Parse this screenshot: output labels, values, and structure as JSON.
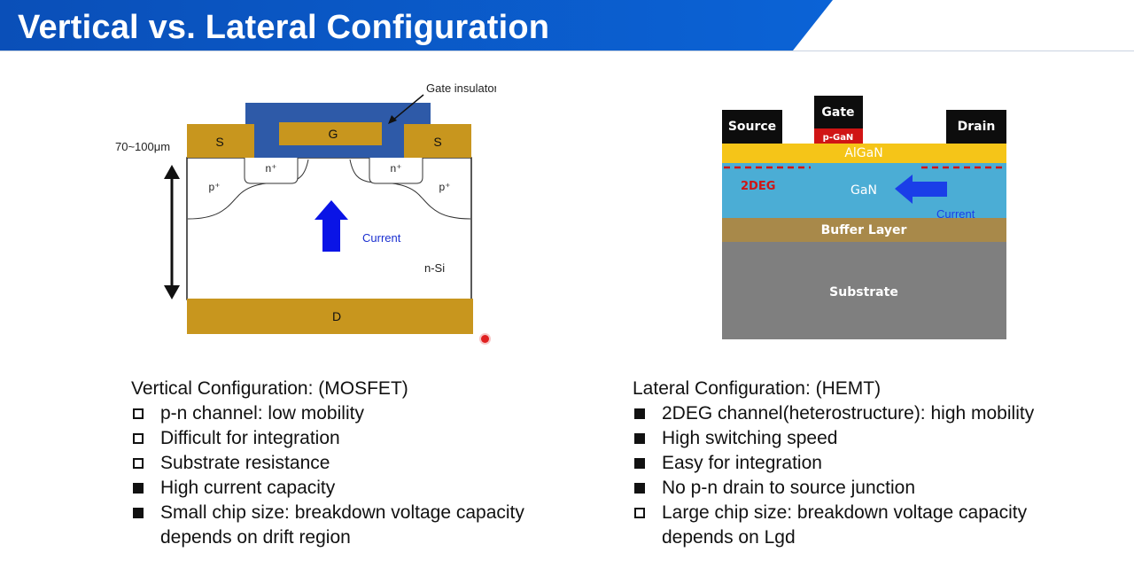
{
  "slide": {
    "title": "Vertical vs. Lateral Configuration"
  },
  "mosfet_diagram": {
    "gate_insulator_label": "Gate insulator",
    "dimension_label": "70~100μm",
    "source_left": "S",
    "source_right": "S",
    "gate": "G",
    "drain": "D",
    "n_plus_left": "n⁺",
    "n_plus_right": "n⁺",
    "p_plus_left": "p⁺",
    "p_plus_right": "p⁺",
    "n_si": "n-Si",
    "current": "Current",
    "colors": {
      "metal": "#c8961e",
      "insulator": "#2e5aa8",
      "arrow": "#0a14e6"
    }
  },
  "hemt_diagram": {
    "source": "Source",
    "gate": "Gate",
    "drain": "Drain",
    "p_gan": "p-GaN",
    "algan": "AlGaN",
    "two_deg": "2DEG",
    "gan": "GaN",
    "current": "Current",
    "buffer": "Buffer Layer",
    "substrate": "Substrate",
    "colors": {
      "algan": "#f5c518",
      "gan": "#4badd5",
      "buffer": "#a8894a",
      "substrate": "#7f7f7f",
      "pgan": "#d01515",
      "arrow": "#1a3ee8"
    }
  },
  "vertical": {
    "heading": "Vertical Configuration: (MOSFET)",
    "items": [
      {
        "bullet": "open",
        "text": "p-n channel: low mobility"
      },
      {
        "bullet": "open",
        "text": "Difficult for integration"
      },
      {
        "bullet": "open",
        "text": "Substrate resistance"
      },
      {
        "bullet": "filled",
        "text": "High current capacity"
      },
      {
        "bullet": "filled",
        "text": "Small chip size: breakdown voltage capacity",
        "continuation": "depends on drift region"
      }
    ]
  },
  "lateral": {
    "heading": "Lateral Configuration: (HEMT)",
    "items": [
      {
        "bullet": "filled",
        "text": "2DEG channel(heterostructure): high mobility"
      },
      {
        "bullet": "filled",
        "text": "High switching speed"
      },
      {
        "bullet": "filled",
        "text": "Easy for integration"
      },
      {
        "bullet": "filled",
        "text": "No p-n drain to source junction"
      },
      {
        "bullet": "open",
        "text": "Large chip size: breakdown voltage capacity",
        "continuation": "depends on Lgd"
      }
    ]
  }
}
